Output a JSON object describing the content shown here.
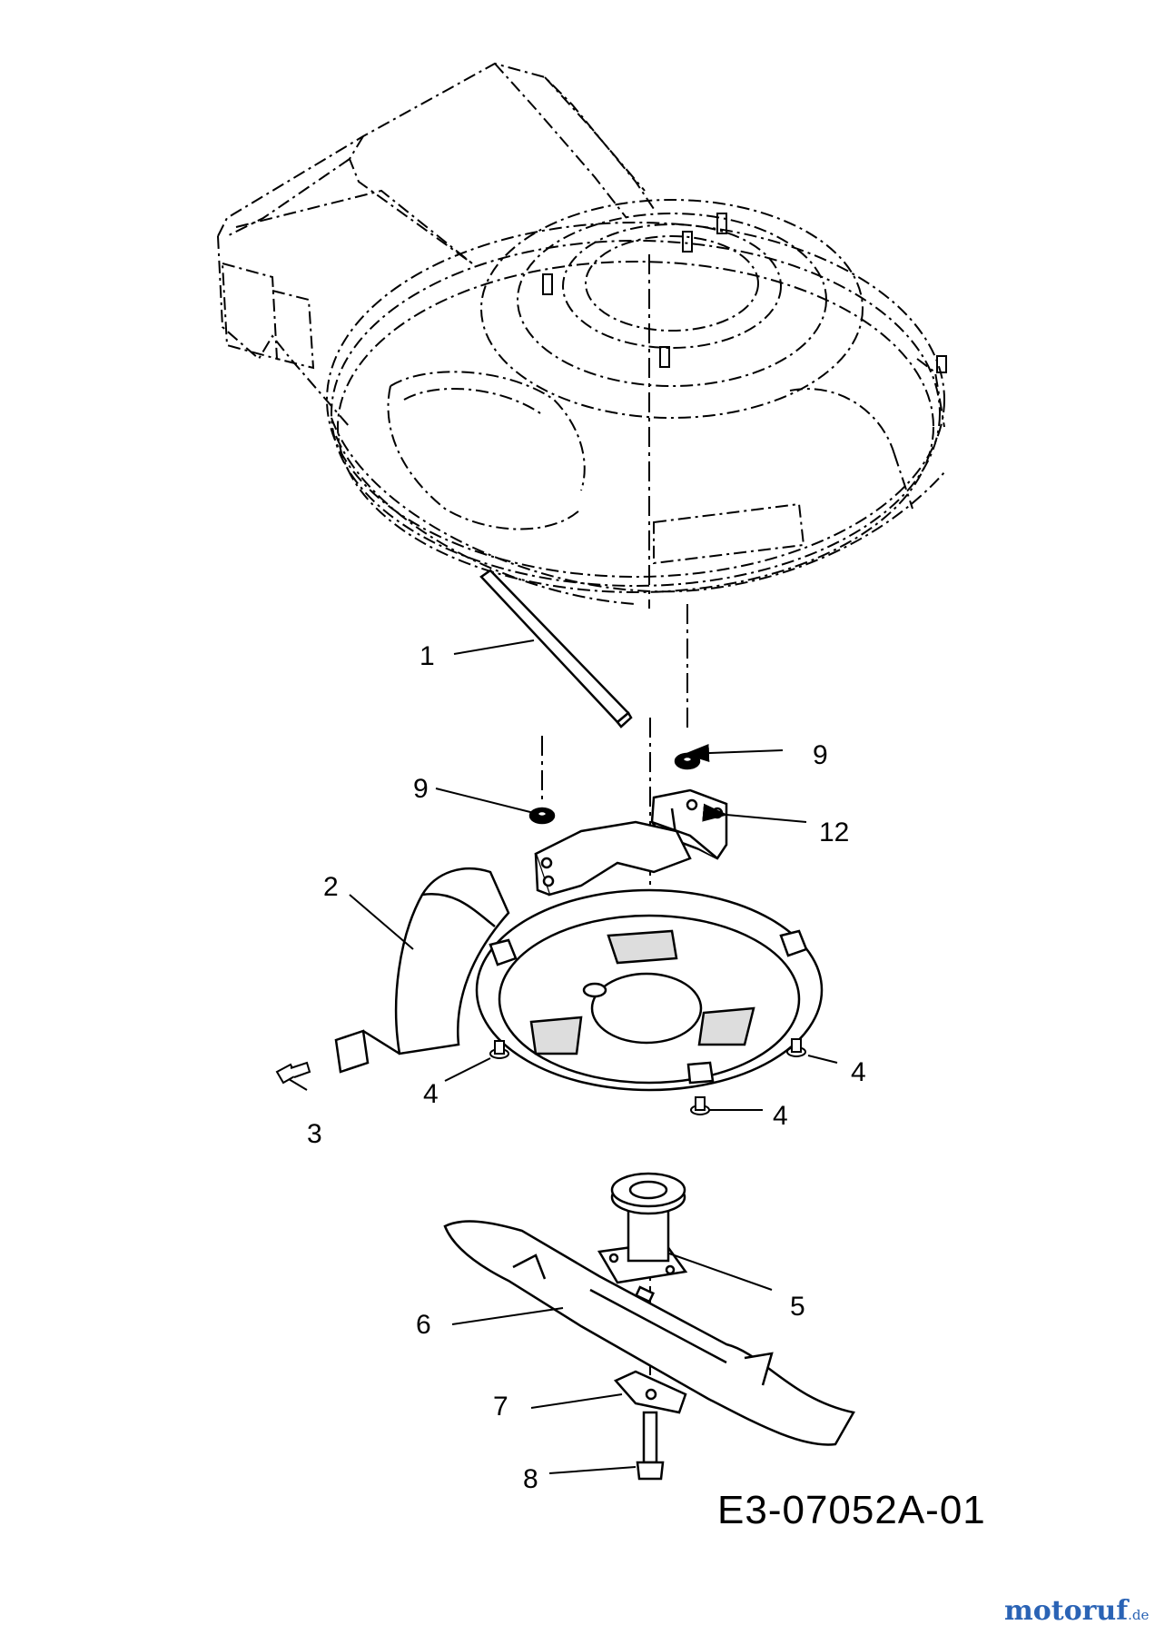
{
  "drawing": {
    "code": "E3-07052A-01",
    "callouts": [
      "1",
      "9",
      "9",
      "12",
      "2",
      "3",
      "4",
      "4",
      "4",
      "5",
      "6",
      "7",
      "8"
    ]
  },
  "watermark": {
    "main": "motoruf",
    "suffix": ".de"
  },
  "colors": {
    "line": "#000000",
    "background": "#ffffff",
    "watermark": "#2a63b5"
  }
}
